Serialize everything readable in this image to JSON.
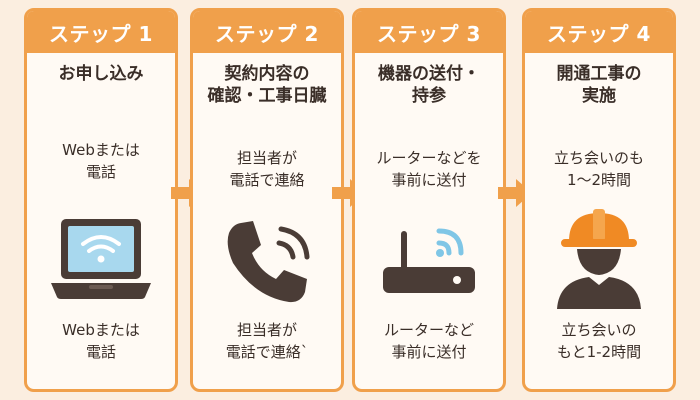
{
  "steps": [
    {
      "label": "ステップ 1",
      "title": [
        "お申し込み"
      ],
      "desc_top": [
        "Webまたは",
        "電話"
      ],
      "desc_bottom": [
        "Webまたは",
        "電話"
      ],
      "icon": "laptop-wifi-icon"
    },
    {
      "label": "ステップ 2",
      "title": [
        "契約内容の",
        "確認・工事日臓"
      ],
      "desc_top": [
        "担当者が",
        "電話で連絡"
      ],
      "desc_bottom": [
        "担当者が",
        "電話で連絡`"
      ],
      "icon": "phone-icon"
    },
    {
      "label": "ステップ 3",
      "title": [
        "機器の送付・",
        "持参"
      ],
      "desc_top": [
        "ルーターなどを",
        "事前に送付"
      ],
      "desc_bottom": [
        "ルーターなど",
        "事前に送付"
      ],
      "icon": "router-icon"
    },
    {
      "label": "ステップ 4",
      "title": [
        "開通工事の",
        "実施"
      ],
      "desc_top": [
        "立ち会いのも",
        "1〜2時間"
      ],
      "desc_bottom": [
        "立ち会いの",
        "もと1-2時間"
      ],
      "icon": "worker-helmet-icon"
    }
  ],
  "colors": {
    "accent": "#f0a04b",
    "background": "#fbeee0",
    "card": "#fffaf4",
    "icon_dark": "#4a3c36",
    "wifi_blue": "#7fc6e6"
  }
}
